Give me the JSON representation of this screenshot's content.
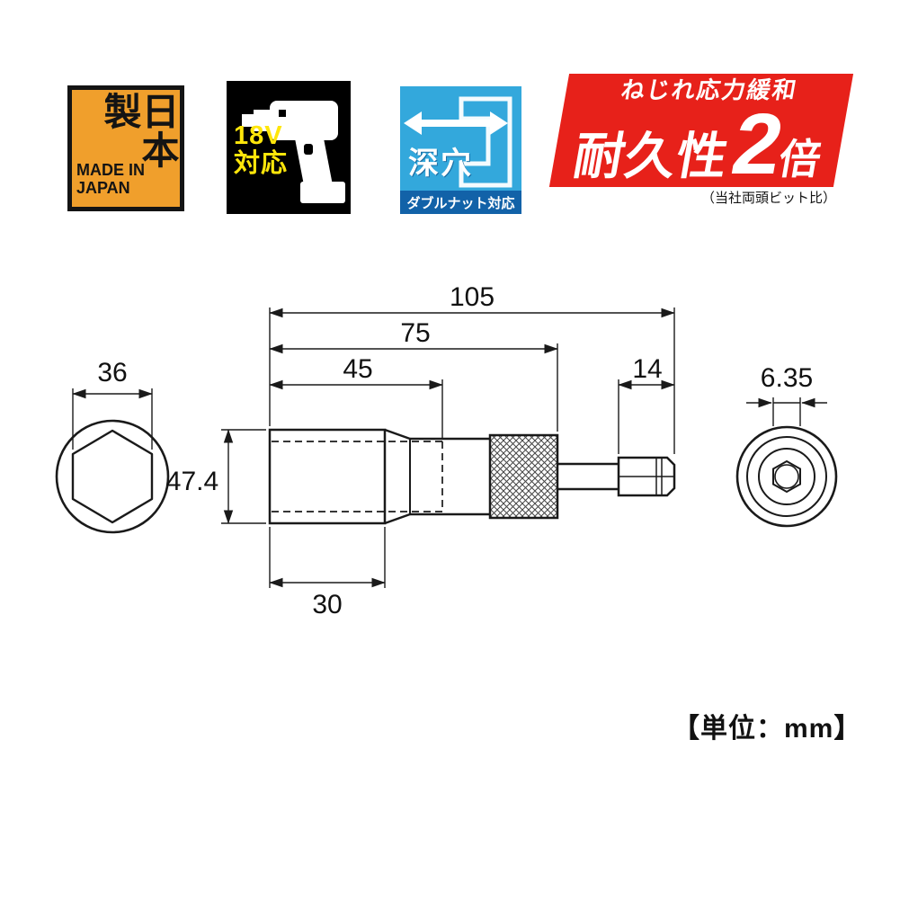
{
  "badges": {
    "made_in_japan": {
      "kanji": "日本製",
      "en_line1": "MADE IN",
      "en_line2": "JAPAN"
    },
    "volt18": {
      "line1": "18V",
      "line2": "対応"
    },
    "deep_socket": {
      "label": "深穴",
      "banner": "ダブルナット対応"
    },
    "durability": {
      "top": "ねじれ応力緩和",
      "main": "耐久性",
      "big": "2",
      "unit": "倍",
      "note": "（当社両頭ビット比）"
    }
  },
  "drawing": {
    "dims": {
      "total": "105",
      "upper": "75",
      "bore": "45",
      "hex_len": "14",
      "hex_across": "36",
      "outer_dia": "47.4",
      "body_len": "30",
      "drive": "6.35"
    },
    "unit": "【単位：mm】"
  }
}
